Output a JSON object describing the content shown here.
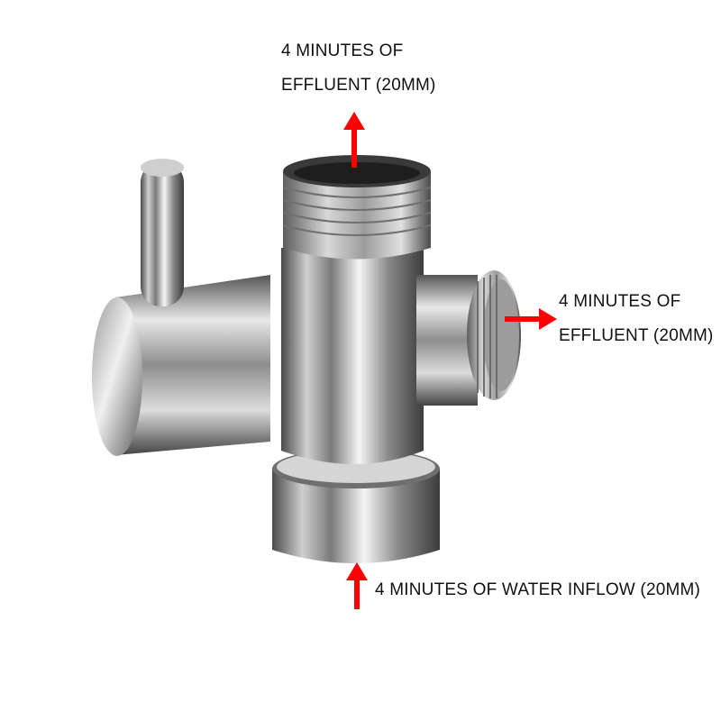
{
  "labels": {
    "top": {
      "line1": "4 MINUTES OF",
      "line2": "EFFLUENT (20MM)"
    },
    "right": {
      "line1": "4 MINUTES OF",
      "line2": "EFFLUENT (20MM)"
    },
    "bottom": {
      "line1": "4 MINUTES OF WATER INFLOW (20MM)"
    }
  },
  "colors": {
    "arrow": "#ff0000",
    "text": "#111111",
    "background": "#ffffff",
    "chrome_dark": "#3a3a3a",
    "chrome_light": "#f4f4f4"
  },
  "icons": {
    "outflow_top": "arrow-up-icon",
    "outflow_right": "arrow-right-icon",
    "inflow_bottom": "arrow-up-icon"
  }
}
